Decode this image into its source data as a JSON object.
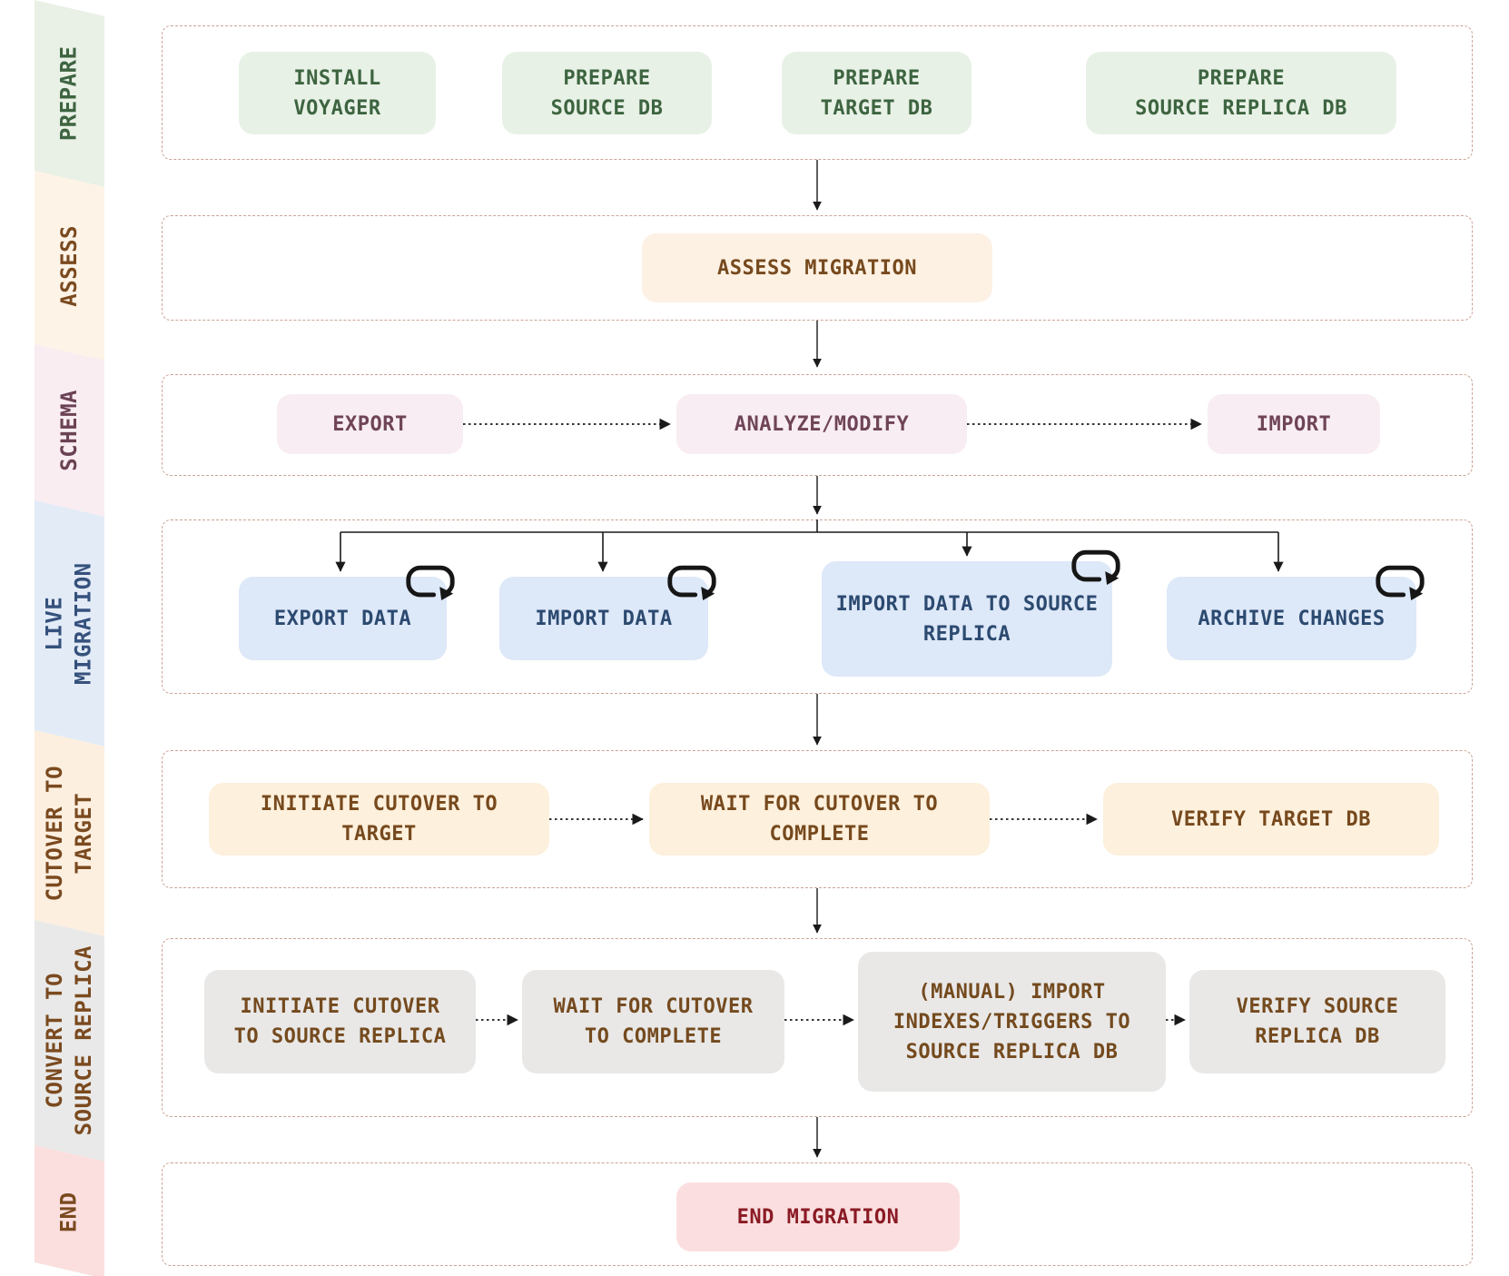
{
  "diagram": {
    "type": "flowchart",
    "container_border_color": "#cba394",
    "connector_color": "#1a1a1a",
    "lanes": [
      {
        "id": "prepare",
        "label": "PREPARE",
        "band_bg": "#e9f0e6",
        "label_color": "#3e6441",
        "box_bg": "#e8f1e6",
        "box_text_color": "#3d6440",
        "steps": [
          "INSTALL\nVOYAGER",
          "PREPARE\nSOURCE DB",
          "PREPARE\nTARGET DB",
          "PREPARE\nSOURCE REPLICA DB"
        ]
      },
      {
        "id": "assess",
        "label": "ASSESS",
        "band_bg": "#fdf3e7",
        "label_color": "#7a4a1f",
        "box_bg": "#fdf1e3",
        "box_text_color": "#76491d",
        "steps": [
          "ASSESS MIGRATION"
        ]
      },
      {
        "id": "schema",
        "label": "SCHEMA",
        "band_bg": "#f9edf1",
        "label_color": "#6b4254",
        "box_bg": "#f8edf2",
        "box_text_color": "#6f4457",
        "steps": [
          "EXPORT",
          "ANALYZE/MODIFY",
          "IMPORT"
        ]
      },
      {
        "id": "live-migration",
        "label": "LIVE\nMIGRATION",
        "band_bg": "#e3ebf7",
        "label_color": "#35517c",
        "box_bg": "#dde8f8",
        "box_text_color": "#2c4a70",
        "loop_icons": true,
        "steps": [
          "EXPORT DATA",
          "IMPORT DATA",
          "IMPORT DATA TO SOURCE\nREPLICA",
          "ARCHIVE CHANGES"
        ]
      },
      {
        "id": "cutover-to-target",
        "label": "CUTOVER TO\nTARGET",
        "band_bg": "#fcefdf",
        "label_color": "#7a4a1f",
        "box_bg": "#fdf0dc",
        "box_text_color": "#76491d",
        "steps": [
          "INITIATE CUTOVER TO\nTARGET",
          "WAIT FOR CUTOVER TO\nCOMPLETE",
          "VERIFY TARGET DB"
        ]
      },
      {
        "id": "convert-to-source-replica",
        "label": "CONVERT TO\nSOURCE REPLICA",
        "band_bg": "#e9e9e9",
        "label_color": "#7a4a1f",
        "box_bg": "#e9e8e7",
        "box_text_color": "#744a1e",
        "steps": [
          "INITIATE CUTOVER\nTO SOURCE REPLICA",
          "WAIT FOR CUTOVER\nTO COMPLETE",
          "(MANUAL) IMPORT\nINDEXES/TRIGGERS TO\nSOURCE REPLICA DB",
          "VERIFY SOURCE\nREPLICA DB"
        ]
      },
      {
        "id": "end",
        "label": "END",
        "band_bg": "#fbdfdf",
        "label_color": "#7a4a1f",
        "box_bg": "#fbdfe0",
        "box_text_color": "#8a1a24",
        "steps": [
          "END MIGRATION"
        ]
      }
    ]
  }
}
